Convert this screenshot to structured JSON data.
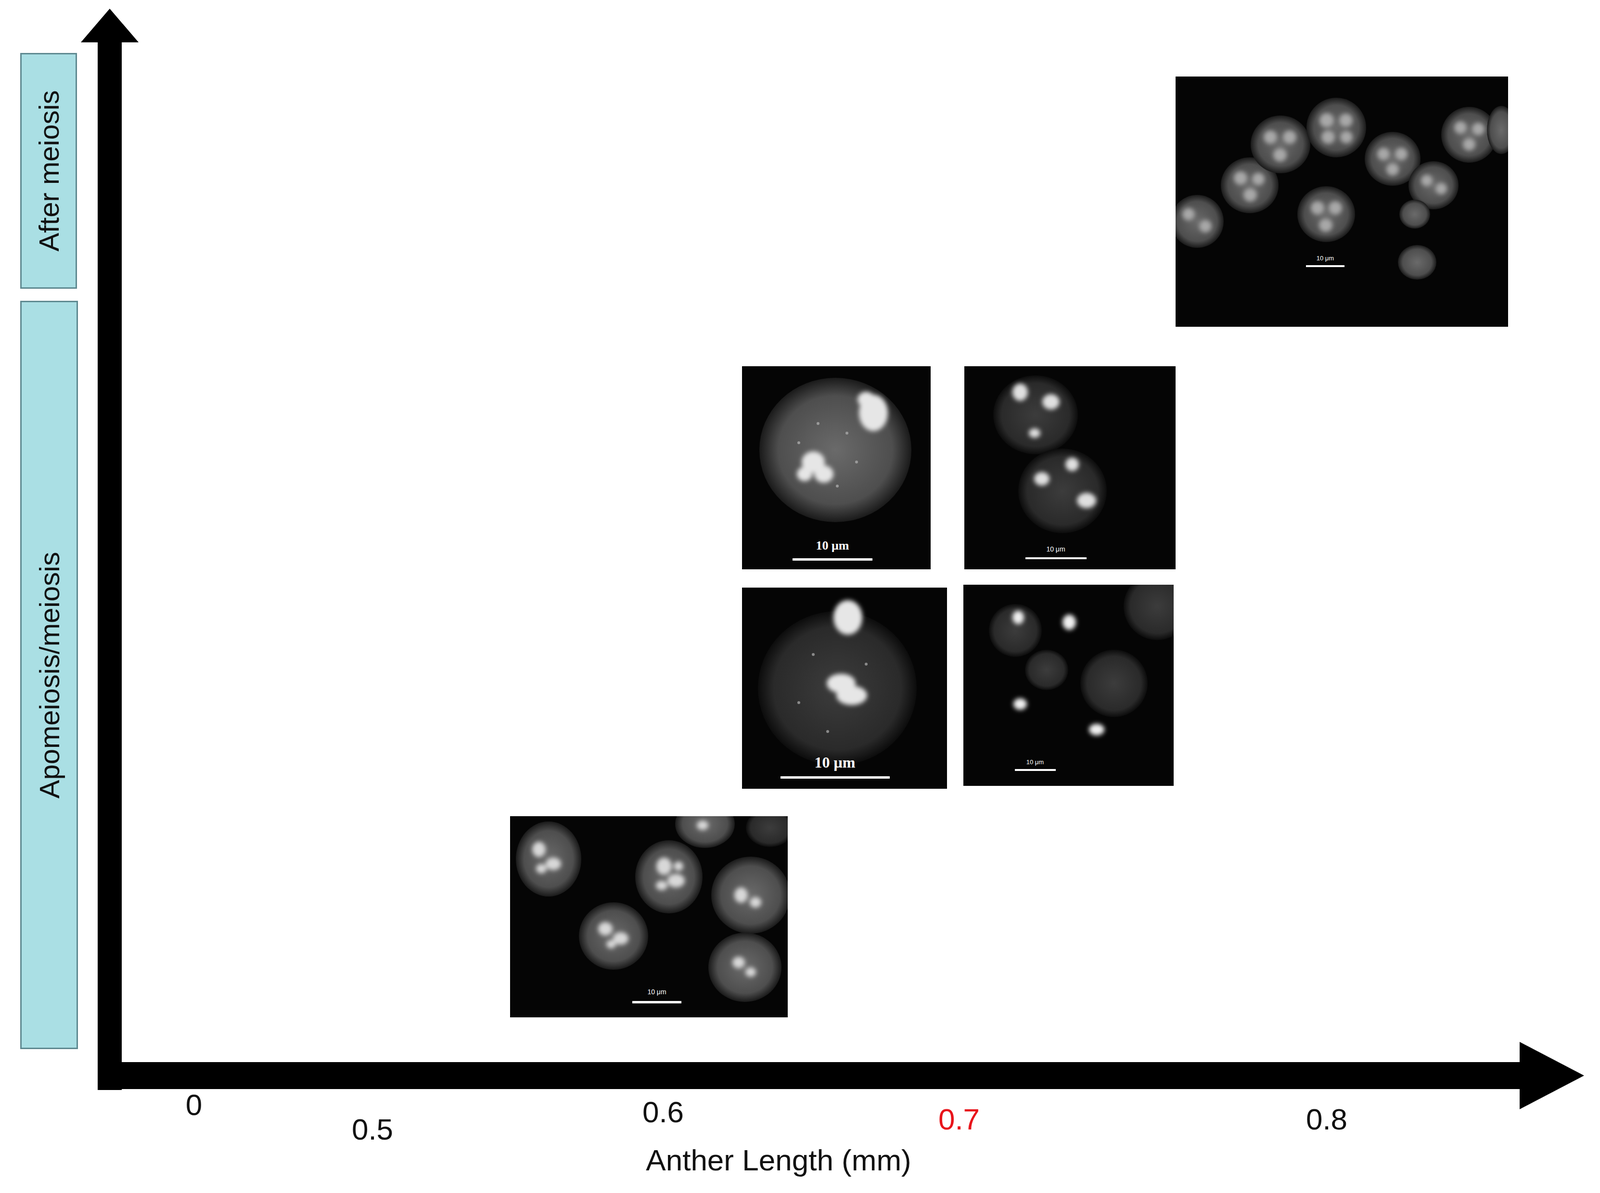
{
  "diagram": {
    "nodes": [
      {
        "text": [
          "After meiosis"
        ]
      },
      {
        "text": [
          "Apomeiosis/meiosis"
        ]
      }
    ],
    "labels": [
      "0",
      "0.5",
      "0.6",
      "0.7",
      "0.8",
      "Anther Length (mm)",
      "10 μm",
      "10 μm",
      "10 μm",
      "10 μm",
      "10 μm",
      "10 μm"
    ]
  }
}
